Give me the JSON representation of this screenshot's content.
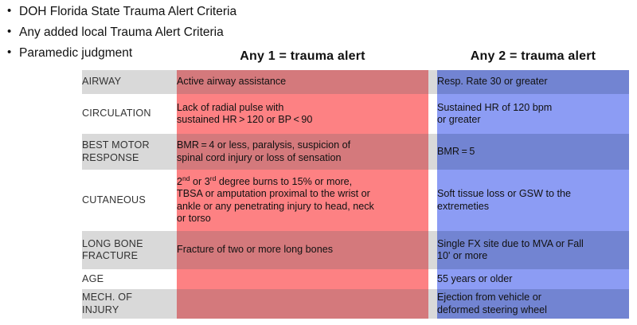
{
  "bullets": [
    "DOH Florida State Trauma Alert Criteria",
    "Any added local Trauma Alert Criteria",
    "Paramedic judgment"
  ],
  "table": {
    "headers": {
      "label_column": "",
      "any1": "Any 1  =  trauma alert",
      "any2": "Any 2 = trauma alert"
    },
    "rows": [
      {
        "label": "AIRWAY",
        "any1": [
          "Active airway assistance"
        ],
        "any2": [
          "Resp. Rate 30 or greater"
        ]
      },
      {
        "label": "CIRCULATION",
        "any1": [
          "Lack of radial pulse with",
          "sustained HR > 120 or BP < 90"
        ],
        "any2": [
          "Sustained HR of 120 bpm",
          "or greater"
        ]
      },
      {
        "label": "BEST MOTOR RESPONSE",
        "label_lines": [
          "BEST MOTOR",
          "RESPONSE"
        ],
        "any1": [
          "BMR = 4 or less, paralysis, suspicion of",
          "spinal cord injury or loss of sensation"
        ],
        "any2": [
          "BMR = 5"
        ]
      },
      {
        "label": "CUTANEOUS",
        "any1_html": true,
        "any1": [
          "2nd or 3rd degree burns to 15% or more,",
          "TBSA  or amputation proximal to the wrist or",
          "ankle or any penetrating injury to head, neck",
          "or torso"
        ],
        "any2": [
          "Soft tissue loss or GSW to the",
          "extremeties"
        ]
      },
      {
        "label": "LONG BONE FRACTURE",
        "label_lines": [
          "LONG BONE",
          "FRACTURE"
        ],
        "any1": [
          "Fracture of two or more long bones"
        ],
        "any2": [
          "Single FX site due to MVA or Fall",
          "10' or more"
        ]
      },
      {
        "label": "AGE",
        "any1": [
          ""
        ],
        "any2": [
          "55 years or older"
        ]
      },
      {
        "label": "MECH. OF INJURY",
        "label_lines": [
          "MECH. OF",
          "INJURY"
        ],
        "any1": [
          ""
        ],
        "any2": [
          "Ejection from vehicle or",
          "deformed steering wheel"
        ]
      }
    ]
  },
  "colors": {
    "any1_dark": "#d4797c",
    "any1_light": "#fd8183",
    "any2_dark": "#7284d2",
    "any2_light": "#8c9cf4",
    "label_shade": "#d9d9d9",
    "label_plain": "#ffffff",
    "page_background": "#ffffff",
    "text": "#111111"
  },
  "superscripts": {
    "second": {
      "base": "2",
      "sup": "nd"
    },
    "third": {
      "base": "3",
      "sup": "rd"
    }
  }
}
